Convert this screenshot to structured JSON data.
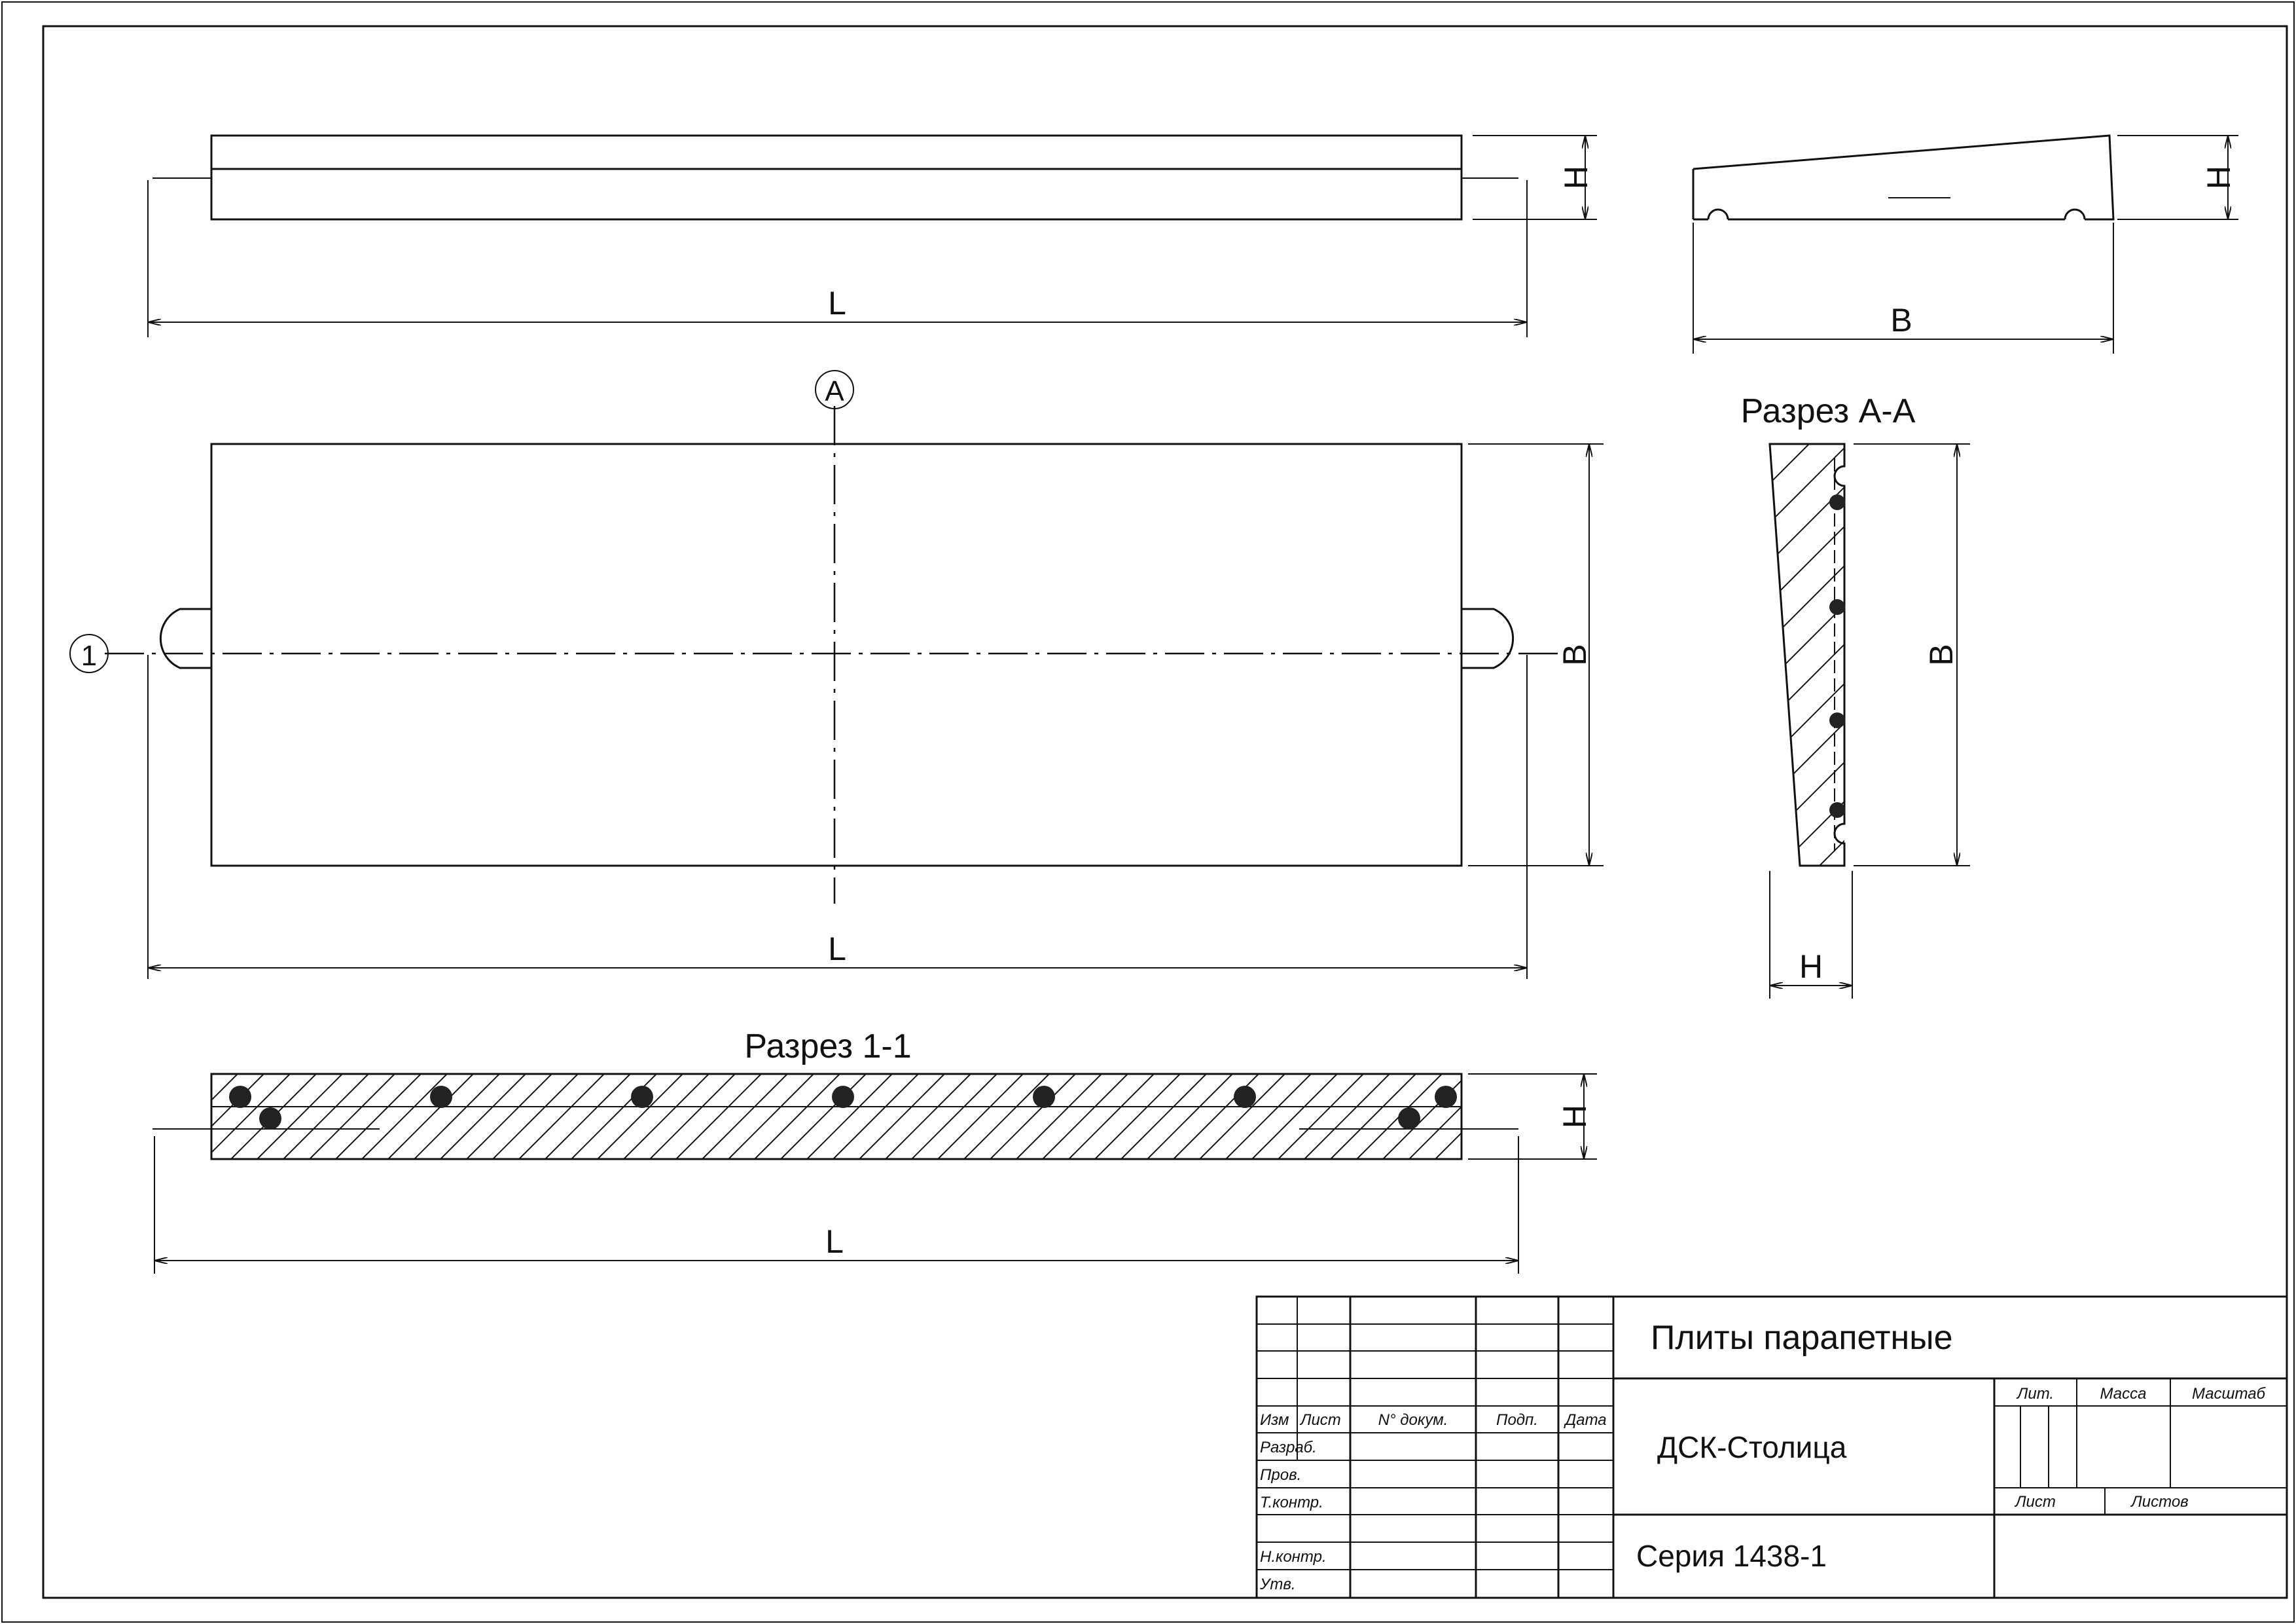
{
  "drawing": {
    "dims": {
      "length": "L",
      "width": "B",
      "height": "H"
    },
    "markers": {
      "axis_1": "1",
      "axis_a": "A"
    },
    "section_aa": "Разрез А-А",
    "section_11": "Разрез 1-1"
  },
  "title_block": {
    "title": "Плиты парапетные",
    "organization": "ДСК-Столица",
    "series": "Серия 1438-1",
    "col_headers": [
      "Изм",
      "Лист",
      "N° докум.",
      "Подп.",
      "Дата"
    ],
    "roles": [
      "Разраб.",
      "Пров.",
      "Т.контр.",
      "",
      "Н.контр.",
      "Утв."
    ],
    "right_headers": {
      "lit": "Лит.",
      "mass": "Масса",
      "scale": "Масштаб",
      "sheet": "Лист",
      "sheets": "Листов"
    }
  }
}
